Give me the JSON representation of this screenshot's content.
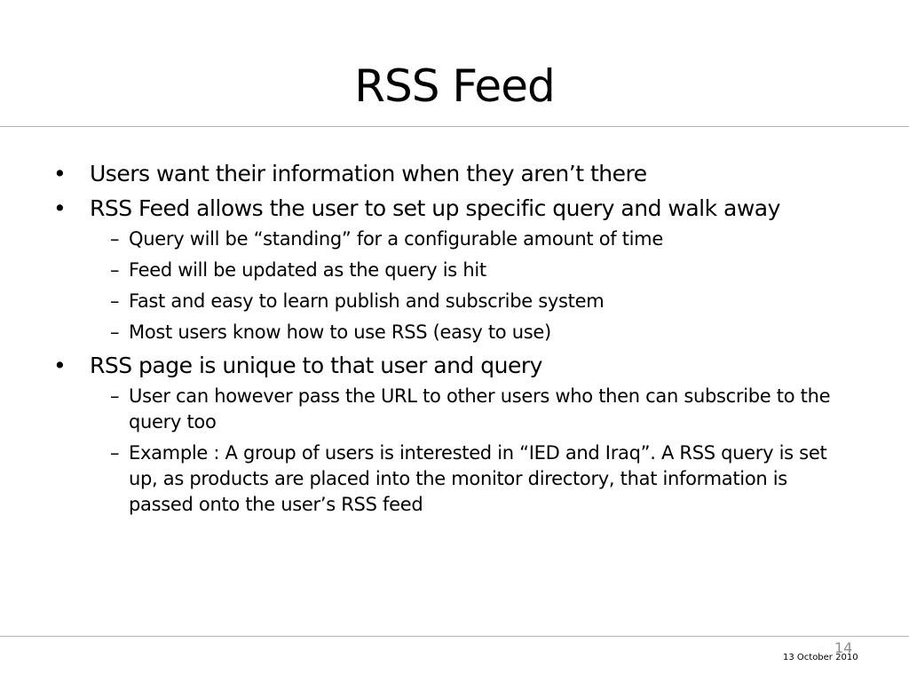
{
  "slide": {
    "title": "RSS Feed",
    "bullet_marker": "•",
    "sub_marker": "–",
    "bullets": [
      {
        "text": "Users want their information when they aren’t there",
        "subs": []
      },
      {
        "text": "RSS Feed allows the user to set up specific query and walk away",
        "subs": [
          "Query will be “standing” for a configurable amount of time",
          "Feed will be updated as the query is hit",
          "Fast and easy to learn publish and subscribe system",
          "Most users know how to use RSS (easy to use)"
        ]
      },
      {
        "text": "RSS page is unique to that user and query",
        "subs": [
          "User can however pass the URL to other users who then can subscribe to the query too",
          "Example : A group of users is interested in “IED and Iraq”. A RSS query is set up, as products are placed into the monitor directory, that information is passed onto the user’s RSS feed"
        ]
      }
    ],
    "page_number": "14",
    "date": "13 October 2010"
  }
}
